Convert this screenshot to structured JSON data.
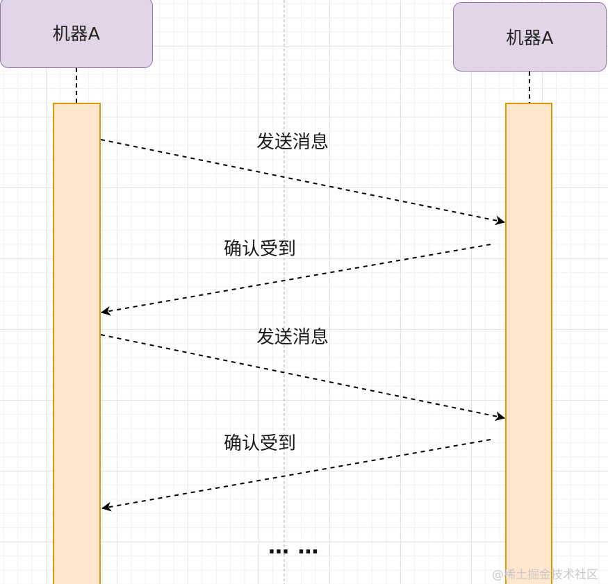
{
  "participants": {
    "left": {
      "label": "机器A"
    },
    "right": {
      "label": "机器A"
    }
  },
  "messages": [
    {
      "label": "发送消息",
      "direction": "left-to-right"
    },
    {
      "label": "确认受到",
      "direction": "right-to-left"
    },
    {
      "label": "发送消息",
      "direction": "left-to-right"
    },
    {
      "label": "确认受到",
      "direction": "right-to-left"
    }
  ],
  "ellipsis": "… …",
  "watermark": "@稀土掘金技术社区",
  "colors": {
    "participant_fill": "#e1d5e7",
    "participant_border": "#9673a6",
    "activation_fill": "#ffe6cc",
    "activation_border": "#d79b00",
    "arrow": "#000000",
    "grid": "#e4e1e8"
  }
}
